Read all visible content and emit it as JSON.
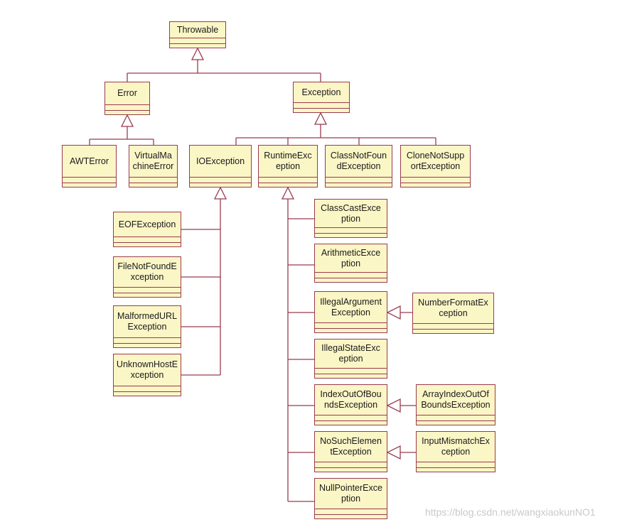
{
  "classes": {
    "throwable": [
      "Throwable"
    ],
    "error": [
      "Error"
    ],
    "exception": [
      "Exception"
    ],
    "awt_error": [
      "AWTError"
    ],
    "virtual_machine_error": [
      "VirtualMa",
      "chineError"
    ],
    "io_exception": [
      "IOException"
    ],
    "runtime_exception": [
      "RuntimeExc",
      "eption"
    ],
    "class_not_found_exception": [
      "ClassNotFoun",
      "dException"
    ],
    "clone_not_supported_exception": [
      "CloneNotSupp",
      "ortException"
    ],
    "eof_exception": [
      "EOFException"
    ],
    "file_not_found_exception": [
      "FileNotFoundE",
      "xception"
    ],
    "malformed_url_exception": [
      "MalformedURL",
      "Exception"
    ],
    "unknown_host_exception": [
      "UnknownHostE",
      "xception"
    ],
    "class_cast_exception": [
      "ClassCastExce",
      "ption"
    ],
    "arithmetic_exception": [
      "ArithmeticExce",
      "ption"
    ],
    "illegal_argument_exception": [
      "IllegalArgument",
      "Exception"
    ],
    "number_format_exception": [
      "NumberFormatEx",
      "ception"
    ],
    "illegal_state_exception": [
      "IllegalStateExc",
      "eption"
    ],
    "index_out_of_bounds_exception": [
      "IndexOutOfBou",
      "ndsException"
    ],
    "array_index_out_of_bounds_exception": [
      "ArrayIndexOutOf",
      "BoundsException"
    ],
    "no_such_element_exception": [
      "NoSuchElemen",
      "tException"
    ],
    "input_mismatch_exception": [
      "InputMismatchEx",
      "ception"
    ],
    "null_pointer_exception": [
      "NullPointerExce",
      "ption"
    ]
  },
  "watermark": "https://blog.csdn.net/wangxiaokunNO1",
  "colors": {
    "box_fill": "#fbf6c6",
    "line": "#9a3b4f",
    "text": "#1a1a1a",
    "watermark": "#c9c9c9"
  }
}
